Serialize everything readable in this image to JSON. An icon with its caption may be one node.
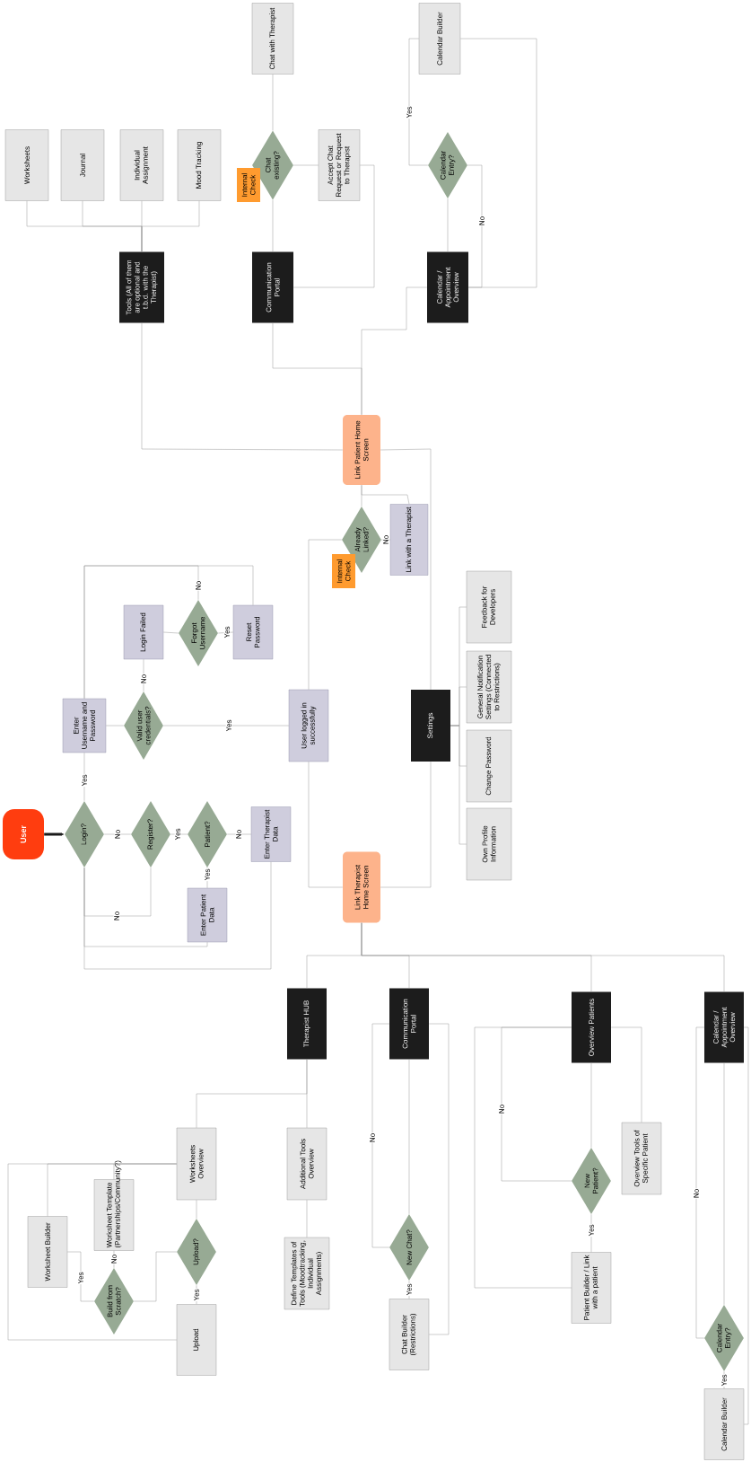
{
  "diagram": {
    "nodes": [
      {
        "text": [
          "Worksheets"
        ]
      },
      {
        "text": [
          "Journal"
        ]
      },
      {
        "text": [
          "Individual Assignment"
        ]
      },
      {
        "text": [
          "Mood Tracking"
        ]
      },
      {
        "text": [
          "Chat with Therapist"
        ]
      },
      {
        "text": [
          "Chat existing?"
        ]
      },
      {
        "text": [
          "Internal Check"
        ]
      },
      {
        "text": [
          "Accept Chat Request or Request to Therapist"
        ]
      },
      {
        "text": [
          "Calendar Builder"
        ]
      },
      {
        "text": [
          "Calendar Entry?"
        ]
      },
      {
        "text": [
          "Tools (All of them are optional and t.b.d. with the Therapist)"
        ]
      },
      {
        "text": [
          "Communication Portal"
        ]
      },
      {
        "text": [
          "Calendar / Appointment Overview"
        ]
      },
      {
        "text": [
          "Link Patient Home Screen"
        ]
      },
      {
        "text": [
          "Already Linked?"
        ]
      },
      {
        "text": [
          "Internal Check"
        ]
      },
      {
        "text": [
          "Link with a Therapist"
        ]
      },
      {
        "text": [
          "Feedback for Developers"
        ]
      },
      {
        "text": [
          "Login Failed"
        ]
      },
      {
        "text": [
          "Forgot Username"
        ]
      },
      {
        "text": [
          "Reset Password"
        ]
      },
      {
        "text": [
          "General Notification Settings (Connected to Restrictions)"
        ]
      },
      {
        "text": [
          "Enter Username and Password"
        ]
      },
      {
        "text": [
          "Valid user credentials?"
        ]
      },
      {
        "text": [
          "User logged in successfully"
        ]
      },
      {
        "text": [
          "Settings"
        ]
      },
      {
        "text": [
          "Change Password"
        ]
      },
      {
        "text": [
          "User"
        ]
      },
      {
        "text": [
          "Login?"
        ]
      },
      {
        "text": [
          "Register?"
        ]
      },
      {
        "text": [
          "Patient?"
        ]
      },
      {
        "text": [
          "Enter Therapist Data"
        ]
      },
      {
        "text": [
          "Own Profile Information"
        ]
      },
      {
        "text": [
          "Link Therapist Home Screen"
        ]
      },
      {
        "text": [
          "Enter Patient Data"
        ]
      },
      {
        "text": [
          "Therapist HUB"
        ]
      },
      {
        "text": [
          "Communication Portal"
        ]
      },
      {
        "text": [
          "Overview Patients"
        ]
      },
      {
        "text": [
          "Calendar / Appointment Overview"
        ]
      },
      {
        "text": [
          "Overview Tools of Specific Patient"
        ]
      },
      {
        "text": [
          "Worksheets Overview"
        ]
      },
      {
        "text": [
          "Additional Tools Overview"
        ]
      },
      {
        "text": [
          "New Patient?"
        ]
      },
      {
        "text": [
          "Worksheet Template (Partnerships/Community?)"
        ]
      },
      {
        "text": [
          "Worksheet Builder"
        ]
      },
      {
        "text": [
          "Upload?"
        ]
      },
      {
        "text": [
          "New Chat?"
        ]
      },
      {
        "text": [
          "Define Templates of Tools (Moodtracking, Individual Assignments)"
        ]
      },
      {
        "text": [
          "Patient Builder / Link with a patient"
        ]
      },
      {
        "text": [
          "Build from Scratch?"
        ]
      },
      {
        "text": [
          "Calendar Entry?"
        ]
      },
      {
        "text": [
          "Upload"
        ]
      },
      {
        "text": [
          "Chat Builder (Restrictions)"
        ]
      },
      {
        "text": [
          "Calendar Builder"
        ]
      }
    ],
    "edges": [
      {
        "from": 10,
        "to": 0,
        "arrow": "none"
      },
      {
        "from": 10,
        "to": 1,
        "arrow": "none"
      },
      {
        "from": 10,
        "to": 2,
        "arrow": "none"
      },
      {
        "from": 10,
        "to": 3,
        "arrow": "none"
      },
      {
        "from": 4,
        "to": 5,
        "arrow": "none"
      },
      {
        "from": 5,
        "to": 7,
        "arrow": "none"
      },
      {
        "from": 7,
        "to": 11,
        "arrow": "none"
      },
      {
        "from": 11,
        "to": 5,
        "arrow": "none"
      },
      {
        "from": 9,
        "to": 8,
        "arrow": "none",
        "label": "Yes"
      },
      {
        "from": 9,
        "to": 12,
        "arrow": "none",
        "label": "No"
      },
      {
        "from": 8,
        "to": 12,
        "arrow": "none"
      },
      {
        "from": 12,
        "to": 9,
        "arrow": "none"
      },
      {
        "from": 13,
        "to": 10,
        "arrow": "none"
      },
      {
        "from": 13,
        "to": 11,
        "arrow": "none"
      },
      {
        "from": 13,
        "to": 12,
        "arrow": "none"
      },
      {
        "from": 13,
        "to": 25,
        "arrow": "none"
      },
      {
        "from": 14,
        "to": 13,
        "arrow": "none"
      },
      {
        "from": 14,
        "to": 16,
        "arrow": "none",
        "label": "No"
      },
      {
        "from": 16,
        "to": 13,
        "arrow": "none"
      },
      {
        "from": 24,
        "to": 14,
        "arrow": "none"
      },
      {
        "from": 18,
        "to": 19,
        "arrow": "none"
      },
      {
        "from": 19,
        "to": 20,
        "arrow": "none",
        "label": "Yes"
      },
      {
        "from": 19,
        "to": 22,
        "arrow": "none",
        "label": "No"
      },
      {
        "from": 20,
        "to": 22,
        "arrow": "none"
      },
      {
        "from": 23,
        "to": 18,
        "arrow": "none",
        "label": "No"
      },
      {
        "from": 22,
        "to": 23,
        "arrow": "none"
      },
      {
        "from": 23,
        "to": 24,
        "arrow": "none",
        "label": "Yes"
      },
      {
        "from": 25,
        "to": 17,
        "arrow": "none"
      },
      {
        "from": 25,
        "to": 21,
        "arrow": "none"
      },
      {
        "from": 25,
        "to": 26,
        "arrow": "none"
      },
      {
        "from": 25,
        "to": 32,
        "arrow": "none"
      },
      {
        "from": 27,
        "to": 28,
        "arrow": "to",
        "style": "thick",
        "color": "#1a1a1a"
      },
      {
        "from": 28,
        "to": 22,
        "arrow": "none",
        "label": "Yes"
      },
      {
        "from": 28,
        "to": 29,
        "arrow": "none",
        "label": "No"
      },
      {
        "from": 29,
        "to": 30,
        "arrow": "none",
        "label": "Yes"
      },
      {
        "from": 30,
        "to": 31,
        "arrow": "none",
        "label": "No"
      },
      {
        "from": 30,
        "to": 34,
        "arrow": "none",
        "label": "Yes"
      },
      {
        "from": 29,
        "to": 28,
        "arrow": "none",
        "label": "No"
      },
      {
        "from": 34,
        "to": 28,
        "arrow": "none"
      },
      {
        "from": 31,
        "to": 28,
        "arrow": "none"
      },
      {
        "from": 24,
        "to": 33,
        "arrow": "none"
      },
      {
        "from": 25,
        "to": 33,
        "arrow": "none"
      },
      {
        "from": 33,
        "to": 35,
        "arrow": "none"
      },
      {
        "from": 33,
        "to": 36,
        "arrow": "none"
      },
      {
        "from": 33,
        "to": 37,
        "arrow": "none"
      },
      {
        "from": 33,
        "to": 38,
        "arrow": "none"
      },
      {
        "from": 35,
        "to": 40,
        "arrow": "none"
      },
      {
        "from": 35,
        "to": 41,
        "arrow": "none"
      },
      {
        "from": 41,
        "to": 47,
        "arrow": "none"
      },
      {
        "from": 44,
        "to": 40,
        "arrow": "none"
      },
      {
        "from": 43,
        "to": 40,
        "arrow": "none"
      },
      {
        "from": 51,
        "to": 40,
        "arrow": "none"
      },
      {
        "from": 40,
        "to": 45,
        "arrow": "none"
      },
      {
        "from": 45,
        "to": 49,
        "arrow": "none"
      },
      {
        "from": 45,
        "to": 51,
        "arrow": "none",
        "label": "Yes"
      },
      {
        "from": 49,
        "to": 43,
        "arrow": "none",
        "label": "No"
      },
      {
        "from": 49,
        "to": 44,
        "arrow": "none",
        "label": "Yes"
      },
      {
        "from": 36,
        "to": 46,
        "arrow": "none"
      },
      {
        "from": 46,
        "to": 36,
        "arrow": "none",
        "label": "No"
      },
      {
        "from": 46,
        "to": 52,
        "arrow": "none",
        "label": "Yes"
      },
      {
        "from": 52,
        "to": 36,
        "arrow": "none"
      },
      {
        "from": 37,
        "to": 42,
        "arrow": "none"
      },
      {
        "from": 42,
        "to": 37,
        "arrow": "none",
        "label": "No"
      },
      {
        "from": 42,
        "to": 48,
        "arrow": "none",
        "label": "Yes"
      },
      {
        "from": 48,
        "to": 37,
        "arrow": "none"
      },
      {
        "from": 37,
        "to": 39,
        "arrow": "none"
      },
      {
        "from": 38,
        "to": 50,
        "arrow": "none"
      },
      {
        "from": 50,
        "to": 38,
        "arrow": "none",
        "label": "No"
      },
      {
        "from": 50,
        "to": 53,
        "arrow": "none",
        "label": "Yes"
      },
      {
        "from": 53,
        "to": 38,
        "arrow": "none"
      }
    ]
  }
}
